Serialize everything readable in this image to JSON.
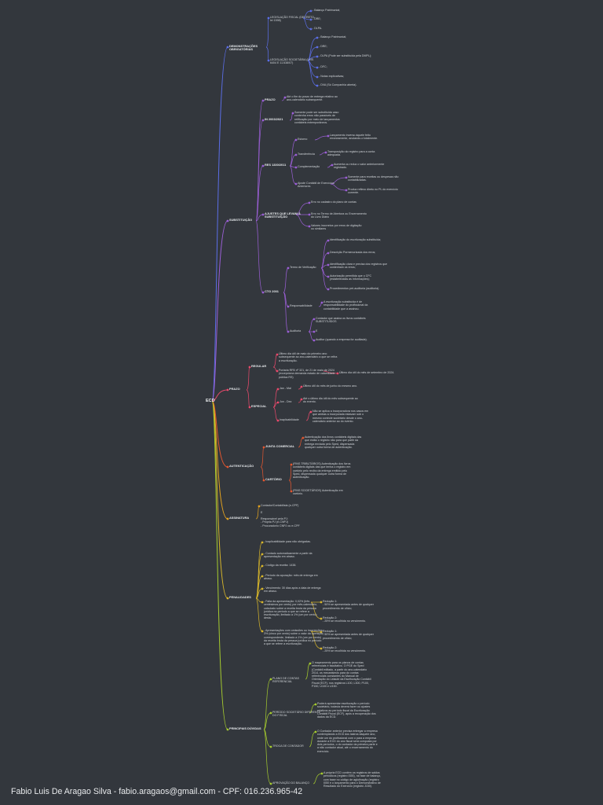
{
  "root_label": "ECD",
  "footer": "Fabio Luis De Aragao Silva - fabio.aragaos@gmail.com - CPF: 016.236.965-42",
  "colors": {
    "background": "#33373d",
    "demonstracoes": "#5b6ee8",
    "substituicao": "#9b5fd6",
    "prazo": "#e8496b",
    "autenticacao": "#e2562f",
    "assinatura": "#e3a21f",
    "penalidades": "#d8b62a",
    "duvidas": "#a6cc2e"
  },
  "nodes": [
    {
      "id": "n1",
      "text": "DEMONSTRAÇÕES OBRIGATÓRIAS",
      "bold": true
    },
    {
      "id": "n2",
      "text": "LEGISLAÇÃO FISCAL (DECRETO- lei 1598)"
    },
    {
      "id": "n3",
      "text": "- Balanço Patrimonial;"
    },
    {
      "id": "n4",
      "text": "- DRE;"
    },
    {
      "id": "n5",
      "text": "- DLPA."
    },
    {
      "id": "n6",
      "text": "LEGISLAÇÃO SOCIETÁRIA (LEIS 6404 E 11.638/07)"
    },
    {
      "id": "n7",
      "text": "- Balanço Patrimonial;"
    },
    {
      "id": "n8",
      "text": "- DRE;"
    },
    {
      "id": "n9",
      "text": "- DLPA (Pode ser substituída pela DMPL);"
    },
    {
      "id": "n10",
      "text": "- DFC;"
    },
    {
      "id": "n11",
      "text": "- Notas explicativas;"
    },
    {
      "id": "n12",
      "text": "- DVA (Só Companhia aberta)."
    },
    {
      "id": "n13",
      "text": "SUBSTITUIÇÃO",
      "bold": true
    },
    {
      "id": "n14",
      "text": "PRAZO",
      "bold": true
    },
    {
      "id": "n15",
      "text": "Até o fim do prazo de entrega relativo ao ano-calendário subsequente."
    },
    {
      "id": "n16",
      "text": "IN 2003/2021",
      "bold": true
    },
    {
      "id": "n17",
      "text": "Somente pode ser substituída caso contenha erros não passíveis de retificação por meio de lançamentos contábeis extemporâneos."
    },
    {
      "id": "n18",
      "text": "RES 1330/2011",
      "bold": true
    },
    {
      "id": "n19",
      "text": "Estorno"
    },
    {
      "id": "n20",
      "text": "Lançamento inverso àquele feito erroneamente, anulando-o totalmente."
    },
    {
      "id": "n21",
      "text": "Transferência"
    },
    {
      "id": "n22",
      "text": "Transposição do registro para a conta adequada."
    },
    {
      "id": "n23",
      "text": "Complementação"
    },
    {
      "id": "n24",
      "text": "Aumenta ou reduz o valor anteriormente registrado."
    },
    {
      "id": "n25",
      "text": "Ajuste Contábil de Exercícios Anteriores"
    },
    {
      "id": "n26",
      "text": "Somente para receitas ou despesas não contabilizadas."
    },
    {
      "id": "n27",
      "text": "Produz reflexo direto no PL do exercício corrente."
    },
    {
      "id": "n28",
      "text": "AJUSTES QUE LEVAM À SUBSTITUIÇÃO",
      "bold": true
    },
    {
      "id": "n29",
      "text": "Erro no cadastro do plano de contas"
    },
    {
      "id": "n30",
      "text": "Erro no Termo de Abertura ou Encerramento do Livro Diário"
    },
    {
      "id": "n31",
      "text": "Valores incorretos por erros de digitação ou similares"
    },
    {
      "id": "n32",
      "text": "CTG 2001",
      "bold": true
    },
    {
      "id": "n33",
      "text": "Termo de Verificação"
    },
    {
      "id": "n34",
      "text": "Identificação do escrituração substituída;"
    },
    {
      "id": "n35",
      "text": "Descrição Pormenorizada dos erros;"
    },
    {
      "id": "n36",
      "text": "Identificação clara e precisa dos registros que contenham os erros;"
    },
    {
      "id": "n37",
      "text": "Autorização permitida que o CFC (estabelecidas as informações);"
    },
    {
      "id": "n38",
      "text": "Procedimentos pré-auditoria (auditoria)."
    },
    {
      "id": "n39",
      "text": "Responsabilidade"
    },
    {
      "id": "n40",
      "text": "A escrituração substituída é de responsabilidade do profissional da contabilidade que a assinou."
    },
    {
      "id": "n41",
      "text": "Auditoria"
    },
    {
      "id": "n42",
      "text": "Contador que assina os livros contábeis SUBSTITUÍDOS"
    },
    {
      "id": "n43",
      "text": "E"
    },
    {
      "id": "n44",
      "text": "Auditor (quando a empresa for auditada)."
    },
    {
      "id": "n45",
      "text": "PRAZO",
      "bold": true
    },
    {
      "id": "n46",
      "text": "REGULAR",
      "bold": true
    },
    {
      "id": "n47",
      "text": "Último dia útil de maio do primeiro ano subsequente ao ano-calendário a que se refira a escrituração."
    },
    {
      "id": "n48",
      "text": "Portaria RFB nº 321, de 21 de maio de 2024 (excepciona demanda estado de calamidade pública RS)"
    },
    {
      "id": "n49",
      "text": "Último dia útil do mês de setembro de 2024."
    },
    {
      "id": "n50",
      "text": "ESPECIAL",
      "bold": true
    },
    {
      "id": "n51",
      "text": "Jan - Mai"
    },
    {
      "id": "n52",
      "text": "Último útil do mês de junho do mesmo ano."
    },
    {
      "id": "n53",
      "text": "Jun - Dez"
    },
    {
      "id": "n54",
      "text": "Até o último dia útil do mês subsequente ao do evento."
    },
    {
      "id": "n55",
      "text": "Inaplicabilidade"
    },
    {
      "id": "n56",
      "text": "Não se aplica a incorporadora nos casos em que ambas a incorporada estavam sob o mesmo controle societário desde o ano-calendário anterior ao do evento."
    },
    {
      "id": "n57",
      "text": "AUTENTICAÇÃO",
      "bold": true
    },
    {
      "id": "n58",
      "text": "JUNTA COMERCIAL",
      "bold": true
    },
    {
      "id": "n59",
      "text": "Autenticação dos livros contábeis digitais das que estão o registro não para que partir da entrega enviada pelo Sped, dispensada qualquer outra forma de autenticação."
    },
    {
      "id": "n60",
      "text": "CARTÓRIO",
      "bold": true
    },
    {
      "id": "n61",
      "text": "(FINS TRIBUTÁRIOS) Autenticação dos livros contábeis digitais das que tenha o registro em cartório pelo recibo da entrega emitido pelo Sped, dispensada qualquer outra forma de autenticação."
    },
    {
      "id": "n62",
      "text": "(FINS SOCIETÁRIOS) Autenticação em cartório."
    },
    {
      "id": "n63",
      "text": "ASSINATURA",
      "bold": true
    },
    {
      "id": "n64",
      "text": "Contador/Contabilista (e-CPF)\n\nE\n\nResponsável pela PJ:\n- Própria PJ (e-CNPJ)\n- Procurador/o CNPJ ou e-CPF"
    },
    {
      "id": "n65",
      "text": "PENALIDADES",
      "bold": true
    },
    {
      "id": "n66",
      "text": "- Inaplicabilidade para não obrigadas."
    },
    {
      "id": "n67",
      "text": "- Contado automaticamente a partir da apresentação em atraso."
    },
    {
      "id": "n68",
      "text": "- Código da receita: 1438."
    },
    {
      "id": "n69",
      "text": "- Período da apuração: mês de entrega em atraso."
    },
    {
      "id": "n70",
      "text": "- Vencimento: 30 dias após a data de entrega em atraso."
    },
    {
      "id": "n71",
      "text": "- Falta da apresentação: 0,02% (três centésimos por cento) por mês-calendário, calculado sobre a receita bruta da pessoa jurídica no período a que se refere a escrituração, limitado a 1% (um por cento) desta."
    },
    {
      "id": "n72",
      "text": "Redução 1:\n- 50% se apresentada antes de qualquer procedimento de ofício;"
    },
    {
      "id": "n73",
      "text": "Redução 2:\n- 25% se recolhida no vencimento."
    },
    {
      "id": "n74",
      "text": "- Apresentações com omissões ou incorreções: 3% (cinco por cento) sobre o valor da operação correspondente, limitado a 1% (um por cento) da receita bruta da pessoa jurídica no período a que se refere a escrituração."
    },
    {
      "id": "n75",
      "text": "Redução 1:\n- 50% se apresentada antes de qualquer procedimento de ofício;"
    },
    {
      "id": "n76",
      "text": "Redução 2:\n- 25% se recolhida no vencimento."
    },
    {
      "id": "n77",
      "text": "PRINCIPAIS DÚVIDAS",
      "bold": true
    },
    {
      "id": "n78",
      "text": "PLANO DE CONTAS REFERENCIAL"
    },
    {
      "id": "n79",
      "text": "O mapeamento para os planos de contas referenciais é facultativo. O PGE do Sped (Contábil editado, a partir do ano-calendário 2014, os mecanismos para do contas referenciais constantes do Manual de Orientação do Leiaute da Escrituração Contábil Fiscal (ECF), nos registros L100, L300, P100, P150, U100 e U150."
    },
    {
      "id": "n80",
      "text": "PERÍODO SOCIETÁRIO DIFERENTE DO FISCAL"
    },
    {
      "id": "n81",
      "text": "Poderá apresentar escrituração o período societário, todavia deverá fazer ou ajustes relativos ao período fiscal da Escrituração Contábil Fiscal (ECF), após a recuperação dos dados da ECD."
    },
    {
      "id": "n82",
      "text": "TROCA DE CONTADOR"
    },
    {
      "id": "n83",
      "text": "O Contador anterior precisa entregar a empresa contemplando a ECD dos lastros daquele ano, onde um do profissional com o para a empresa durante a ECD do ano fiscal será composta por dois períodos, o do contador da primeira parte e a não contador atual, até o encerramento do exercício."
    },
    {
      "id": "n84",
      "text": "APROVAÇÃO DO BALANÇO"
    },
    {
      "id": "n85",
      "text": "A própria ECD contém os registros de saldos periódicos (registro I355), na fase de balanço, com base no código de aglutinação (registro I050 e o lançamento para o Demonstrativo de Resultado do Exercício (registro J150)."
    }
  ]
}
